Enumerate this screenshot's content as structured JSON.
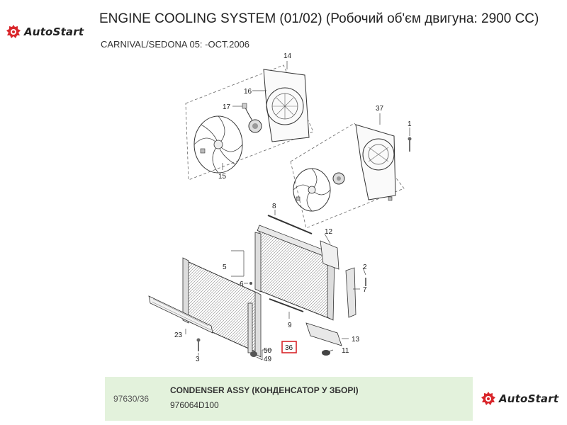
{
  "header": {
    "logo_text": "AutoStart",
    "title": "ENGINE COOLING SYSTEM (01/02) (Робочий об'єм двигуна: 2900 CC)",
    "subtitle": "CARNIVAL/SEDONA 05: -OCT.2006"
  },
  "diagram": {
    "callouts": [
      "14",
      "16",
      "17",
      "15",
      "37",
      "1",
      "8",
      "12",
      "5",
      "6",
      "2",
      "7",
      "9",
      "23",
      "13",
      "50",
      "36",
      "11",
      "3",
      "49"
    ],
    "highlighted_callout": "36",
    "highlight_color": "#d9262b"
  },
  "footer": {
    "code": "97630/36",
    "part_name": "CONDENSER ASSY (КОНДЕНСАТОР У ЗБОРІ)",
    "part_number": "976064D100",
    "logo_text": "AutoStart",
    "panel_color": "#e3f2dc",
    "logo_color": "#d9262b"
  }
}
